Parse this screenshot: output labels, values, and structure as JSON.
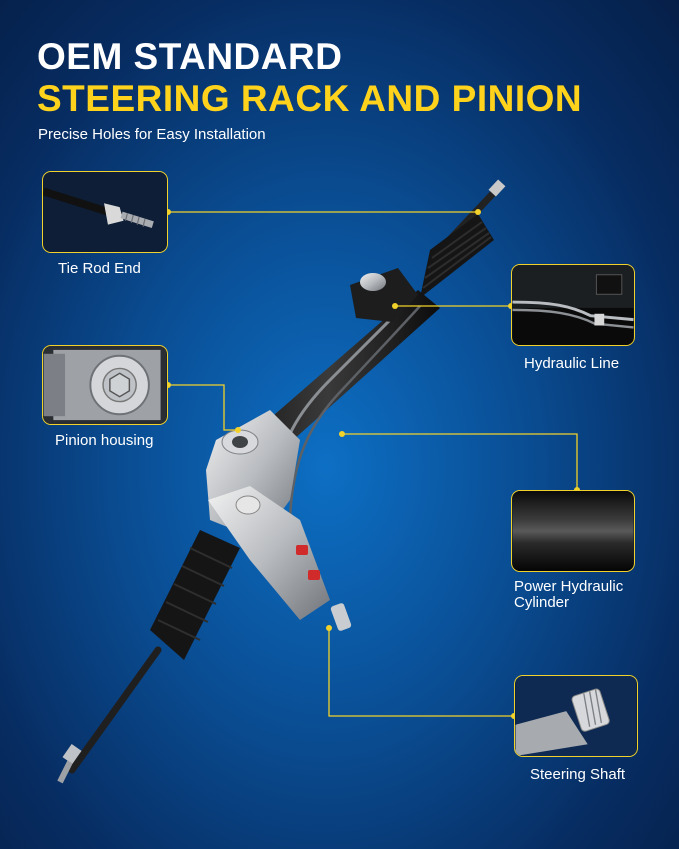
{
  "header": {
    "line1": "OEM STANDARD",
    "line2": "STEERING RACK AND PINION",
    "subtitle": "Precise Holes for Easy Installation"
  },
  "callouts": {
    "tie_rod": "Tie Rod End",
    "pinion": "Pinion housing",
    "hydraulic_line": "Hydraulic Line",
    "cylinder_l1": "Power Hydraulic",
    "cylinder_l2": "Cylinder",
    "shaft": "Steering Shaft"
  },
  "colors": {
    "accent_yellow": "#ffd21c",
    "background_blue": "#0a4f96"
  }
}
